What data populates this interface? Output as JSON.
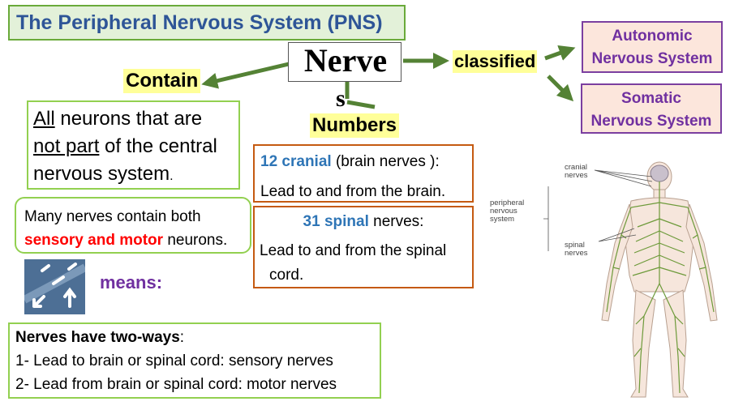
{
  "title": "The Peripheral Nervous System (PNS)",
  "center": {
    "word": "Nerve",
    "word_suffix": "s"
  },
  "labels": {
    "contain": "Contain",
    "classified": "classified",
    "numbers": "Numbers"
  },
  "classes": {
    "autonomic": [
      "Autonomic",
      "Nervous System"
    ],
    "somatic": [
      "Somatic",
      "Nervous System"
    ]
  },
  "contain_box": {
    "w1": "All",
    "w2": " neurons that are",
    "w3": "not part",
    "w4": " of the central",
    "w5": "nervous system",
    "w6": "."
  },
  "mixed_box": {
    "line1": "Many nerves contain both",
    "highlight": "sensory and motor",
    "tail": " neurons."
  },
  "cranial": {
    "count": "12 cranial",
    "desc": " (brain nerves ):",
    "line2": "Lead to and from the brain."
  },
  "spinal": {
    "count": "31 spinal",
    "desc": " nerves:",
    "line2": "Lead to and from the spinal",
    "line3": "cord."
  },
  "means": "means:",
  "two_ways": {
    "heading": "Nerves have two-ways",
    "colon": ":",
    "item1": "1- Lead to brain or spinal cord: sensory nerves",
    "item2": "2- Lead from brain or spinal cord: motor nerves"
  },
  "figure": {
    "cranial_label": [
      "cranial",
      "nerves"
    ],
    "pns_label": [
      "peripheral",
      "nervous",
      "system"
    ],
    "spinal_label": [
      "spinal",
      "nerves"
    ]
  },
  "colors": {
    "title": "#2e5597",
    "accent_green": "#548235",
    "highlight": "#ffff99",
    "purple": "#7030a0",
    "orange": "#c55a11",
    "red": "#ff0000",
    "blue": "#2e75b6"
  }
}
